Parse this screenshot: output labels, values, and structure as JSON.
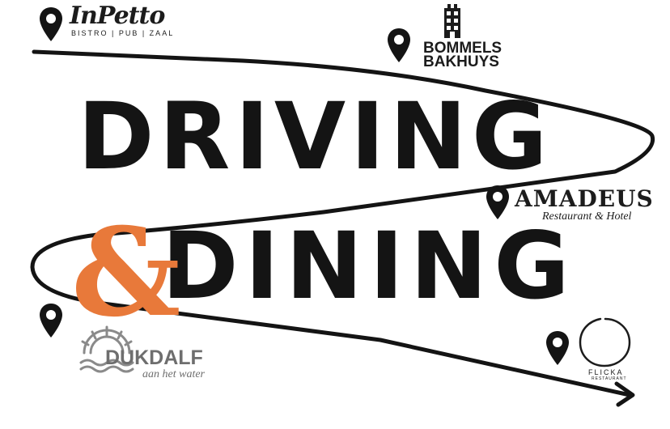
{
  "headline": {
    "line1": "DRIVING",
    "ampersand": "&",
    "line2": "DINING"
  },
  "colors": {
    "ink": "#141414",
    "accent": "#e8793a",
    "muted": "#6e6e6e"
  },
  "icons": {
    "pin": "map-pin-icon",
    "arrow": "arrowhead-icon"
  },
  "venues": {
    "inpetto": {
      "name": "InPetto",
      "tagline": "BISTRO | PUB | ZAAL"
    },
    "bommels": {
      "line1": "BOMMELS",
      "line2": "BAKHUYS"
    },
    "amadeus": {
      "name": "AMADEUS",
      "tagline": "Restaurant & Hotel"
    },
    "dukdalf": {
      "name": "DUKDALF",
      "tagline": "aan het water"
    },
    "flicka": {
      "name": "FLICKA",
      "tagline": "RESTAURANT"
    }
  }
}
